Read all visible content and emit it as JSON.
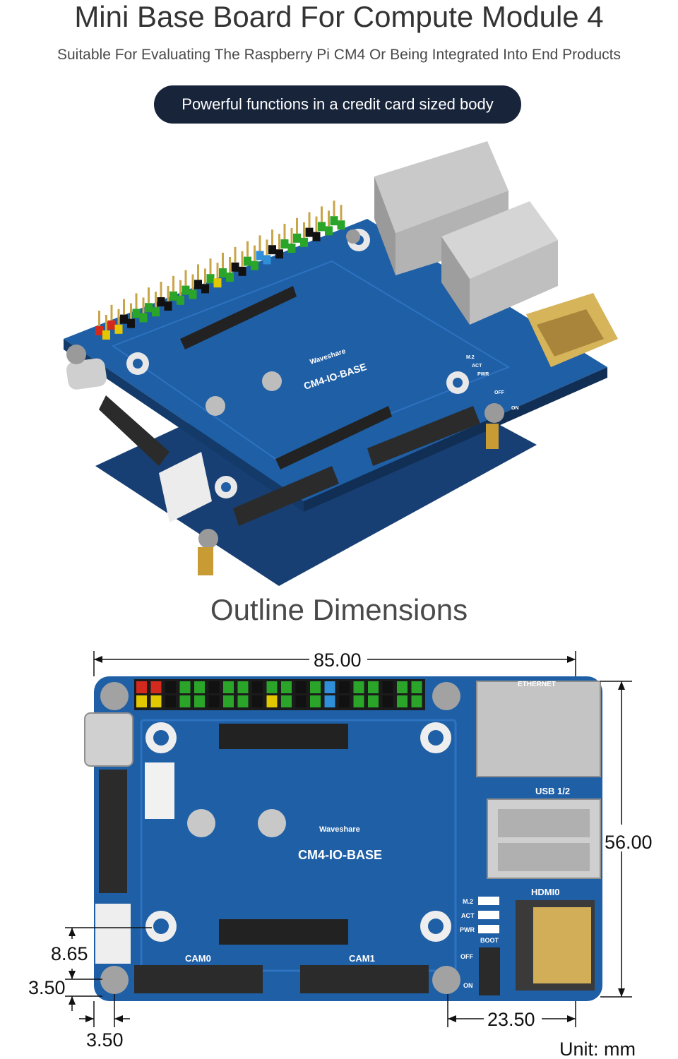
{
  "header": {
    "title": "Mini Base Board For Compute Module 4",
    "subtitle": "Suitable For Evaluating The Raspberry Pi CM4 Or Being Integrated Into End Products",
    "pill_text": "Powerful functions in a credit card sized body"
  },
  "product_photo": {
    "brand": "Waveshare",
    "model": "CM4-IO-BASE",
    "led_labels": [
      "M.2",
      "ACT",
      "PWR"
    ],
    "switch_labels": [
      "OFF",
      "ON"
    ]
  },
  "outline": {
    "title": "Outline Dimensions",
    "board": {
      "brand": "Waveshare",
      "model": "CM4-IO-BASE",
      "port_labels": {
        "ethernet": "ETHERNET",
        "usb": "USB 1/2",
        "hdmi": "HDMI0",
        "cam0": "CAM0",
        "cam1": "CAM1",
        "boot": "BOOT",
        "off": "OFF",
        "on": "ON"
      },
      "led_labels": [
        "M.2",
        "ACT",
        "PWR"
      ]
    },
    "dimensions": {
      "width": "85.00",
      "height": "56.00",
      "hole_offset_v": "8.65",
      "hole_margin_v": "3.50",
      "hole_margin_h": "3.50",
      "hole_offset_h": "23.50"
    },
    "unit_label": "Unit: mm"
  },
  "colors": {
    "pcb": "#1f5fa6",
    "pcb_dark": "#173f73",
    "pill": "#17243a",
    "header_pin_green": "#2aa52a",
    "header_pin_yellow": "#e2c800",
    "header_pin_red": "#d42a1e",
    "header_pin_blue": "#2f8fd8"
  }
}
